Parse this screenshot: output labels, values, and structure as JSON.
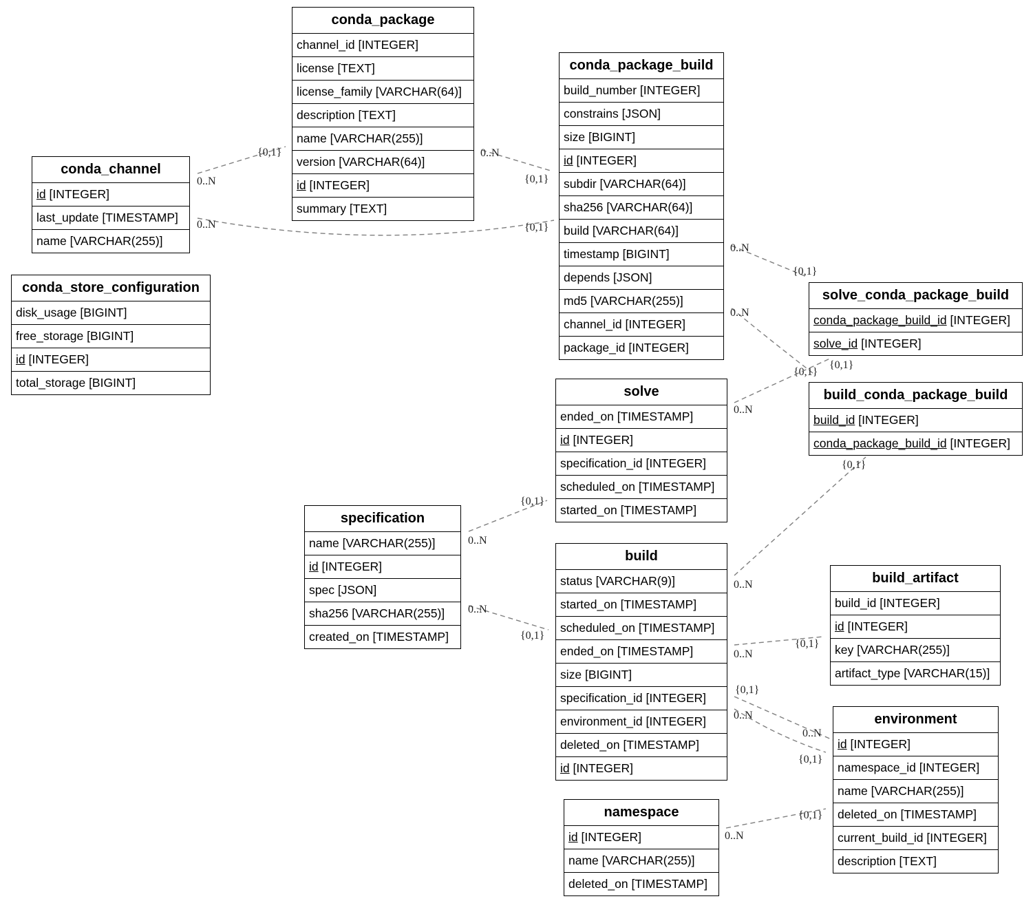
{
  "tables": {
    "conda_package": {
      "title": "conda_package",
      "columns": [
        {
          "name": "channel_id",
          "type": "[INTEGER]"
        },
        {
          "name": "license",
          "type": "[TEXT]"
        },
        {
          "name": "license_family",
          "type": "[VARCHAR(64)]"
        },
        {
          "name": "description",
          "type": "[TEXT]"
        },
        {
          "name": "name",
          "type": "[VARCHAR(255)]"
        },
        {
          "name": "version",
          "type": "[VARCHAR(64)]"
        },
        {
          "name": "id",
          "type": "[INTEGER]",
          "pk": true
        },
        {
          "name": "summary",
          "type": "[TEXT]"
        }
      ]
    },
    "conda_package_build": {
      "title": "conda_package_build",
      "columns": [
        {
          "name": "build_number",
          "type": "[INTEGER]"
        },
        {
          "name": "constrains",
          "type": "[JSON]"
        },
        {
          "name": "size",
          "type": "[BIGINT]"
        },
        {
          "name": "id",
          "type": "[INTEGER]",
          "pk": true
        },
        {
          "name": "subdir",
          "type": "[VARCHAR(64)]"
        },
        {
          "name": "sha256",
          "type": "[VARCHAR(64)]"
        },
        {
          "name": "build",
          "type": "[VARCHAR(64)]"
        },
        {
          "name": "timestamp",
          "type": "[BIGINT]"
        },
        {
          "name": "depends",
          "type": "[JSON]"
        },
        {
          "name": "md5",
          "type": "[VARCHAR(255)]"
        },
        {
          "name": "channel_id",
          "type": "[INTEGER]"
        },
        {
          "name": "package_id",
          "type": "[INTEGER]"
        }
      ]
    },
    "conda_channel": {
      "title": "conda_channel",
      "columns": [
        {
          "name": "id",
          "type": "[INTEGER]",
          "pk": true
        },
        {
          "name": "last_update",
          "type": "[TIMESTAMP]"
        },
        {
          "name": "name",
          "type": "[VARCHAR(255)]"
        }
      ]
    },
    "conda_store_configuration": {
      "title": "conda_store_configuration",
      "columns": [
        {
          "name": "disk_usage",
          "type": "[BIGINT]"
        },
        {
          "name": "free_storage",
          "type": "[BIGINT]"
        },
        {
          "name": "id",
          "type": "[INTEGER]",
          "pk": true
        },
        {
          "name": "total_storage",
          "type": "[BIGINT]"
        }
      ]
    },
    "solve_conda_package_build": {
      "title": "solve_conda_package_build",
      "columns": [
        {
          "name": "conda_package_build_id",
          "type": "[INTEGER]",
          "pk": true
        },
        {
          "name": "solve_id",
          "type": "[INTEGER]",
          "pk": true
        }
      ]
    },
    "build_conda_package_build": {
      "title": "build_conda_package_build",
      "columns": [
        {
          "name": "build_id",
          "type": "[INTEGER]",
          "pk": true
        },
        {
          "name": "conda_package_build_id",
          "type": "[INTEGER]",
          "pk": true
        }
      ]
    },
    "solve": {
      "title": "solve",
      "columns": [
        {
          "name": "ended_on",
          "type": "[TIMESTAMP]"
        },
        {
          "name": "id",
          "type": "[INTEGER]",
          "pk": true
        },
        {
          "name": "specification_id",
          "type": "[INTEGER]"
        },
        {
          "name": "scheduled_on",
          "type": "[TIMESTAMP]"
        },
        {
          "name": "started_on",
          "type": "[TIMESTAMP]"
        }
      ]
    },
    "specification": {
      "title": "specification",
      "columns": [
        {
          "name": "name",
          "type": "[VARCHAR(255)]"
        },
        {
          "name": "id",
          "type": "[INTEGER]",
          "pk": true
        },
        {
          "name": "spec",
          "type": "[JSON]"
        },
        {
          "name": "sha256",
          "type": "[VARCHAR(255)]"
        },
        {
          "name": "created_on",
          "type": "[TIMESTAMP]"
        }
      ]
    },
    "build": {
      "title": "build",
      "columns": [
        {
          "name": "status",
          "type": "[VARCHAR(9)]"
        },
        {
          "name": "started_on",
          "type": "[TIMESTAMP]"
        },
        {
          "name": "scheduled_on",
          "type": "[TIMESTAMP]"
        },
        {
          "name": "ended_on",
          "type": "[TIMESTAMP]"
        },
        {
          "name": "size",
          "type": "[BIGINT]"
        },
        {
          "name": "specification_id",
          "type": "[INTEGER]"
        },
        {
          "name": "environment_id",
          "type": "[INTEGER]"
        },
        {
          "name": "deleted_on",
          "type": "[TIMESTAMP]"
        },
        {
          "name": "id",
          "type": "[INTEGER]",
          "pk": true
        }
      ]
    },
    "build_artifact": {
      "title": "build_artifact",
      "columns": [
        {
          "name": "build_id",
          "type": "[INTEGER]"
        },
        {
          "name": "id",
          "type": "[INTEGER]",
          "pk": true
        },
        {
          "name": "key",
          "type": "[VARCHAR(255)]"
        },
        {
          "name": "artifact_type",
          "type": "[VARCHAR(15)]"
        }
      ]
    },
    "environment": {
      "title": "environment",
      "columns": [
        {
          "name": "id",
          "type": "[INTEGER]",
          "pk": true
        },
        {
          "name": "namespace_id",
          "type": "[INTEGER]"
        },
        {
          "name": "name",
          "type": "[VARCHAR(255)]"
        },
        {
          "name": "deleted_on",
          "type": "[TIMESTAMP]"
        },
        {
          "name": "current_build_id",
          "type": "[INTEGER]"
        },
        {
          "name": "description",
          "type": "[TEXT]"
        }
      ]
    },
    "namespace": {
      "title": "namespace",
      "columns": [
        {
          "name": "id",
          "type": "[INTEGER]",
          "pk": true
        },
        {
          "name": "name",
          "type": "[VARCHAR(255)]"
        },
        {
          "name": "deleted_on",
          "type": "[TIMESTAMP]"
        }
      ]
    }
  },
  "relationships": [
    {
      "from": "conda_channel",
      "to": "conda_package",
      "from_card": "0..N",
      "to_card": "{0,1}"
    },
    {
      "from": "conda_channel",
      "to": "conda_package_build",
      "from_card": "0..N",
      "to_card": "{0,1}"
    },
    {
      "from": "conda_package",
      "to": "conda_package_build",
      "from_card": "0..N",
      "to_card": "{0,1}"
    },
    {
      "from": "conda_package_build",
      "to": "solve_conda_package_build",
      "from_card": "0..N",
      "to_card": "{0,1}"
    },
    {
      "from": "conda_package_build",
      "to": "build_conda_package_build",
      "from_card": "0..N",
      "to_card": "{0,1}"
    },
    {
      "from": "solve",
      "to": "solve_conda_package_build",
      "from_card": "0..N",
      "to_card": "{0,1}"
    },
    {
      "from": "specification",
      "to": "solve",
      "from_card": "0..N",
      "to_card": "{0,1}"
    },
    {
      "from": "specification",
      "to": "build",
      "from_card": "0..N",
      "to_card": "{0,1}"
    },
    {
      "from": "build",
      "to": "build_conda_package_build",
      "from_card": "0..N",
      "to_card": "{0,1}"
    },
    {
      "from": "build",
      "to": "build_artifact",
      "from_card": "0..N",
      "to_card": "{0,1}"
    },
    {
      "from": "environment",
      "to": "build",
      "from_card": "0..N",
      "to_card": "{0,1}"
    },
    {
      "from": "build",
      "to": "environment",
      "from_card": "0..N",
      "to_card": "{0,1}"
    },
    {
      "from": "namespace",
      "to": "environment",
      "from_card": "0..N",
      "to_card": "{0,1}"
    }
  ]
}
